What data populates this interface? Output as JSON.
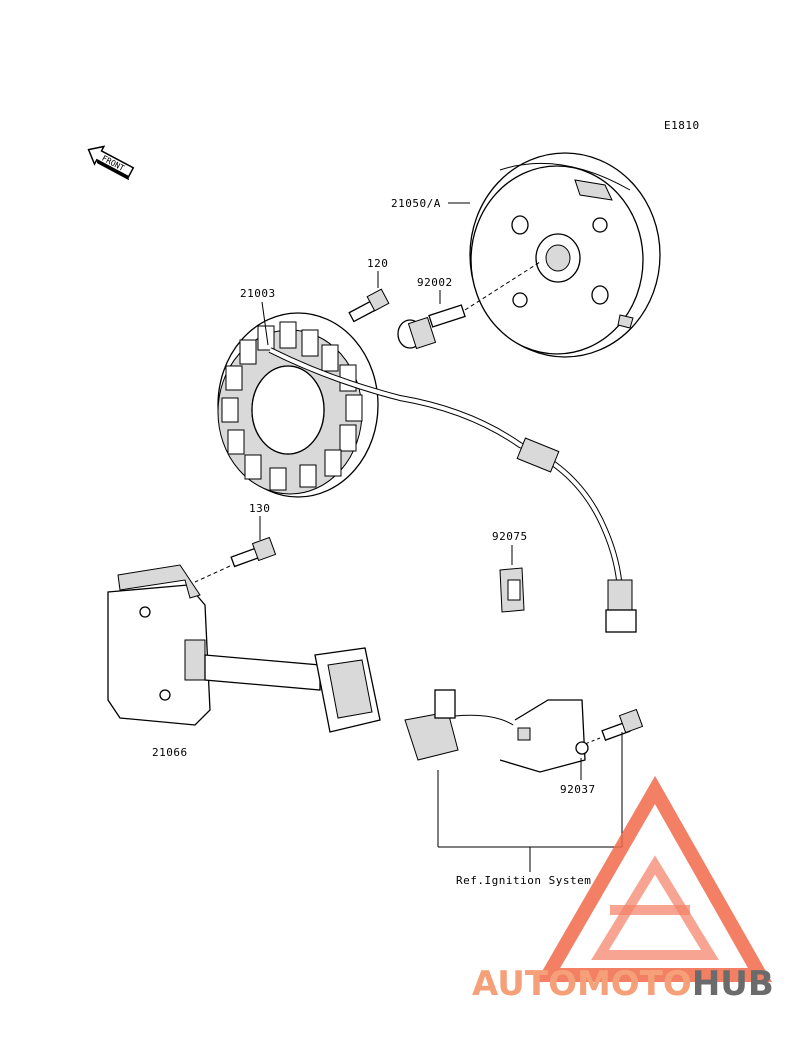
{
  "diagram": {
    "code": "E1810",
    "front_label": "FRONT",
    "parts": [
      {
        "id": "21050/A"
      },
      {
        "id": "120"
      },
      {
        "id": "92002"
      },
      {
        "id": "21003"
      },
      {
        "id": "130"
      },
      {
        "id": "92075"
      },
      {
        "id": "21066"
      },
      {
        "id": "92037"
      }
    ],
    "reference": "Ref.Ignition System"
  },
  "watermark": {
    "part1": "AUTOMOTO",
    "part2": "HUB",
    "color_primary": "#f47a5a",
    "color_secondary": "#666666"
  }
}
